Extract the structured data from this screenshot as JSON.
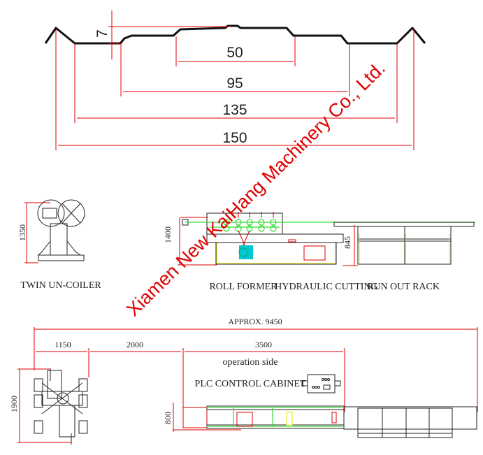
{
  "profile": {
    "dimensions": {
      "height": "7",
      "d50": "50",
      "d95": "95",
      "d135": "135",
      "d150": "150"
    }
  },
  "side_view": {
    "uncoiler_height": "1350",
    "former_height": "1400",
    "rack_height": "845",
    "labels": {
      "uncoiler": "TWIN UN-COILER",
      "roll_former": "ROLL FORMER",
      "cutting": "HYDRAULIC CUTTING",
      "rack": "RUN OUT RACK"
    }
  },
  "plan_view": {
    "total": "APPROX. 9450",
    "seg1": "1150",
    "seg2": "2000",
    "seg3": "3500",
    "uncoiler_width": "1900",
    "former_width": "800",
    "operation_side": "operation side",
    "plc": "PLC CONTROL CABINET"
  },
  "watermark": "Xiamen New KaiHang Machinery Co., Ltd.",
  "colors": {
    "dimension": "#e00000",
    "line": "#222222",
    "green": "#33dd33",
    "yellow": "#e6e600",
    "motor": "#00c8d0"
  }
}
